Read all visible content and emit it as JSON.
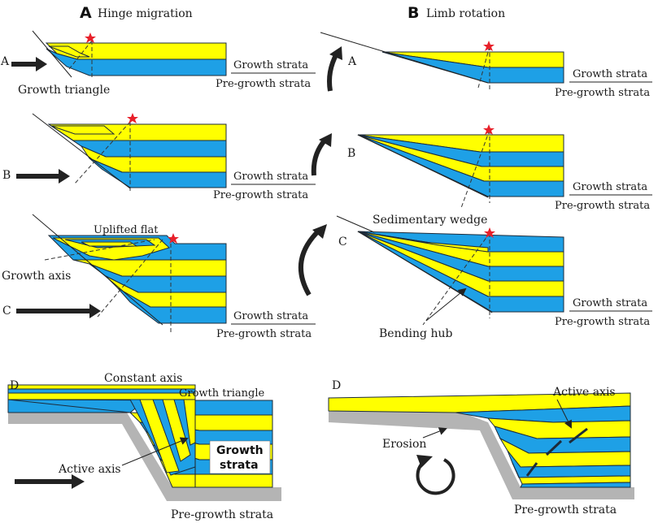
{
  "colors": {
    "growth_yellow": "#FFFF00",
    "pregrowth_blue": "#1EA0E6",
    "basement_gray": "#B4B4B4",
    "star_red": "#E8202A",
    "arrow_dark": "#222222"
  },
  "panel_a": {
    "letter": "A",
    "title": "Hinge migration",
    "sub_a": "A",
    "sub_b": "B",
    "sub_c": "C",
    "growth_triangle": "Growth triangle",
    "uplifted_flat": "Uplifted flat",
    "growth_axis": "Growth axis",
    "legend_growth": "Growth strata",
    "legend_pregrowth": "Pre-growth strata"
  },
  "panel_b": {
    "letter": "B",
    "title": "Limb rotation",
    "sub_a": "A",
    "sub_b": "B",
    "sub_c": "C",
    "sedimentary_wedge": "Sedimentary wedge",
    "bending_hub": "Bending hub",
    "legend_growth": "Growth strata",
    "legend_pregrowth": "Pre-growth strata"
  },
  "panel_d_left": {
    "letter": "D",
    "constant_axis": "Constant axis",
    "growth_triangle": "Growth triangle",
    "active_axis": "Active axis",
    "growth_strata_line1": "Growth",
    "growth_strata_line2": "strata",
    "pregrowth": "Pre-growth strata"
  },
  "panel_d_right": {
    "letter": "D",
    "active_axis": "Active axis",
    "erosion": "Erosion",
    "pregrowth": "Pre-growth strata"
  }
}
